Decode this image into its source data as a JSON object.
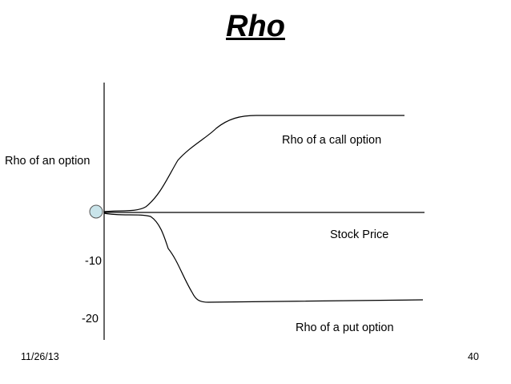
{
  "slide": {
    "title": "Rho",
    "date": "11/26/13",
    "page_number": "40"
  },
  "diagram": {
    "y_axis_label": "Rho of an option",
    "x_axis_label": "Stock  Price",
    "y_ticks": [
      "-10",
      "-20"
    ],
    "curves": [
      {
        "name": "call",
        "label": "Rho of a call option"
      },
      {
        "name": "put",
        "label": "Rho of a put option"
      }
    ],
    "colors": {
      "line": "#000000",
      "origin_marker": "#c9e4ea",
      "background": "#ffffff"
    }
  }
}
